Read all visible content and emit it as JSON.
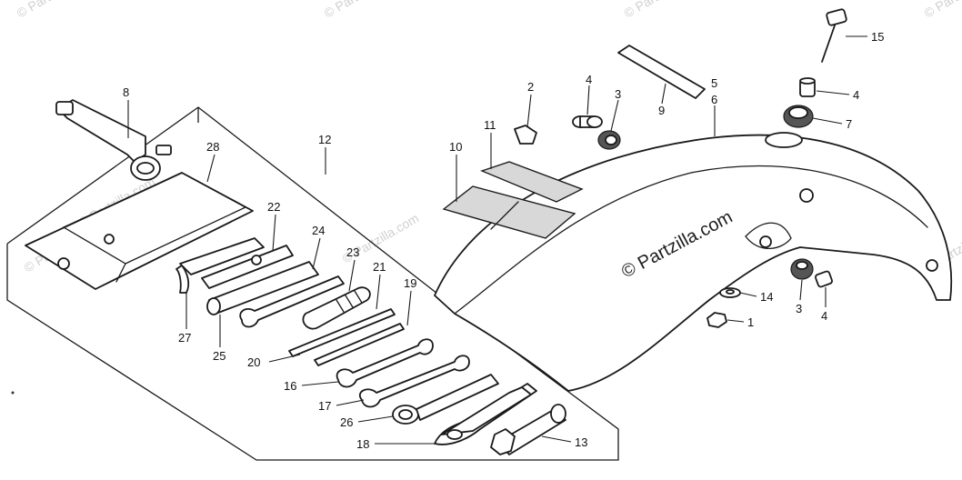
{
  "watermark": {
    "main": "© Partzilla.com",
    "faint": "© Partzilla.com"
  },
  "callouts": {
    "c1": "1",
    "c2": "2",
    "c3a": "3",
    "c3b": "3",
    "c4a": "4",
    "c4b": "4",
    "c4c": "4",
    "c5": "5",
    "c6": "6",
    "c7": "7",
    "c8": "8",
    "c9": "9",
    "c10": "10",
    "c11": "11",
    "c12": "12",
    "c13": "13",
    "c14": "14",
    "c15": "15",
    "c16": "16",
    "c17": "17",
    "c18": "18",
    "c19": "19",
    "c20": "20",
    "c21": "21",
    "c22": "22",
    "c23": "23",
    "c24": "24",
    "c25": "25",
    "c26": "26",
    "c27": "27",
    "c28": "28"
  }
}
